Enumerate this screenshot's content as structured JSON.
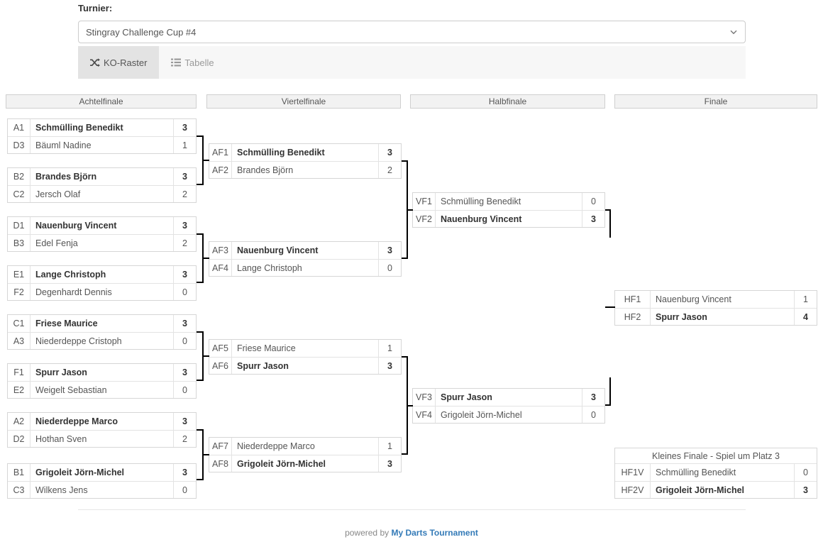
{
  "form": {
    "label": "Turnier:",
    "selected_tournament": "Stingray Challenge Cup #4",
    "chevron_icon": "chevron-down-icon"
  },
  "tabs": [
    {
      "label": "KO-Raster",
      "icon": "shuffle-icon",
      "active": true
    },
    {
      "label": "Tabelle",
      "icon": "list-icon",
      "active": false
    }
  ],
  "rounds": [
    {
      "key": "r16",
      "title": "Achtelfinale"
    },
    {
      "key": "qf",
      "title": "Viertelfinale"
    },
    {
      "key": "sf",
      "title": "Halbfinale"
    },
    {
      "key": "f",
      "title": "Finale"
    }
  ],
  "matches": {
    "r16": [
      {
        "rows": [
          {
            "seed": "A1",
            "name": "Schmülling Benedikt",
            "score": "3",
            "winner": true
          },
          {
            "seed": "D3",
            "name": "Bäuml Nadine",
            "score": "1",
            "winner": false
          }
        ]
      },
      {
        "rows": [
          {
            "seed": "B2",
            "name": "Brandes Björn",
            "score": "3",
            "winner": true
          },
          {
            "seed": "C2",
            "name": "Jersch Olaf",
            "score": "2",
            "winner": false
          }
        ]
      },
      {
        "rows": [
          {
            "seed": "D1",
            "name": "Nauenburg Vincent",
            "score": "3",
            "winner": true
          },
          {
            "seed": "B3",
            "name": "Edel Fenja",
            "score": "2",
            "winner": false
          }
        ]
      },
      {
        "rows": [
          {
            "seed": "E1",
            "name": "Lange Christoph",
            "score": "3",
            "winner": true
          },
          {
            "seed": "F2",
            "name": "Degenhardt Dennis",
            "score": "0",
            "winner": false
          }
        ]
      },
      {
        "rows": [
          {
            "seed": "C1",
            "name": "Friese Maurice",
            "score": "3",
            "winner": true
          },
          {
            "seed": "A3",
            "name": "Niederdeppe Cristoph",
            "score": "0",
            "winner": false
          }
        ]
      },
      {
        "rows": [
          {
            "seed": "F1",
            "name": "Spurr Jason",
            "score": "3",
            "winner": true
          },
          {
            "seed": "E2",
            "name": "Weigelt Sebastian",
            "score": "0",
            "winner": false
          }
        ]
      },
      {
        "rows": [
          {
            "seed": "A2",
            "name": "Niederdeppe Marco",
            "score": "3",
            "winner": true
          },
          {
            "seed": "D2",
            "name": "Hothan Sven",
            "score": "2",
            "winner": false
          }
        ]
      },
      {
        "rows": [
          {
            "seed": "B1",
            "name": "Grigoleit Jörn-Michel",
            "score": "3",
            "winner": true
          },
          {
            "seed": "C3",
            "name": "Wilkens Jens",
            "score": "0",
            "winner": false
          }
        ]
      }
    ],
    "qf": [
      {
        "rows": [
          {
            "seed": "AF1",
            "name": "Schmülling Benedikt",
            "score": "3",
            "winner": true
          },
          {
            "seed": "AF2",
            "name": "Brandes Björn",
            "score": "2",
            "winner": false
          }
        ]
      },
      {
        "rows": [
          {
            "seed": "AF3",
            "name": "Nauenburg Vincent",
            "score": "3",
            "winner": true
          },
          {
            "seed": "AF4",
            "name": "Lange Christoph",
            "score": "0",
            "winner": false
          }
        ]
      },
      {
        "rows": [
          {
            "seed": "AF5",
            "name": "Friese Maurice",
            "score": "1",
            "winner": false
          },
          {
            "seed": "AF6",
            "name": "Spurr Jason",
            "score": "3",
            "winner": true
          }
        ]
      },
      {
        "rows": [
          {
            "seed": "AF7",
            "name": "Niederdeppe Marco",
            "score": "1",
            "winner": false
          },
          {
            "seed": "AF8",
            "name": "Grigoleit Jörn-Michel",
            "score": "3",
            "winner": true
          }
        ]
      }
    ],
    "sf": [
      {
        "rows": [
          {
            "seed": "VF1",
            "name": "Schmülling Benedikt",
            "score": "0",
            "winner": false
          },
          {
            "seed": "VF2",
            "name": "Nauenburg Vincent",
            "score": "3",
            "winner": true
          }
        ]
      },
      {
        "rows": [
          {
            "seed": "VF3",
            "name": "Spurr Jason",
            "score": "3",
            "winner": true
          },
          {
            "seed": "VF4",
            "name": "Grigoleit Jörn-Michel",
            "score": "0",
            "winner": false
          }
        ]
      }
    ],
    "f": [
      {
        "rows": [
          {
            "seed": "HF1",
            "name": "Nauenburg Vincent",
            "score": "1",
            "winner": false
          },
          {
            "seed": "HF2",
            "name": "Spurr Jason",
            "score": "4",
            "winner": true
          }
        ]
      }
    ],
    "third": [
      {
        "caption": "Kleines Finale - Spiel um Platz 3",
        "rows": [
          {
            "seed": "HF1V",
            "name": "Schmülling Benedikt",
            "score": "0",
            "winner": false
          },
          {
            "seed": "HF2V",
            "name": "Grigoleit Jörn-Michel",
            "score": "3",
            "winner": true
          }
        ]
      }
    ]
  },
  "footer": {
    "prefix": "powered by ",
    "link": "My Darts Tournament"
  },
  "colors": {
    "accent": "#337ab7",
    "header_bg": "#f2f2f2",
    "tab_active_bg": "#e3e3e3",
    "panel_bg": "#f7f7f7",
    "border": "#d6d6d6",
    "connector": "#000000"
  }
}
